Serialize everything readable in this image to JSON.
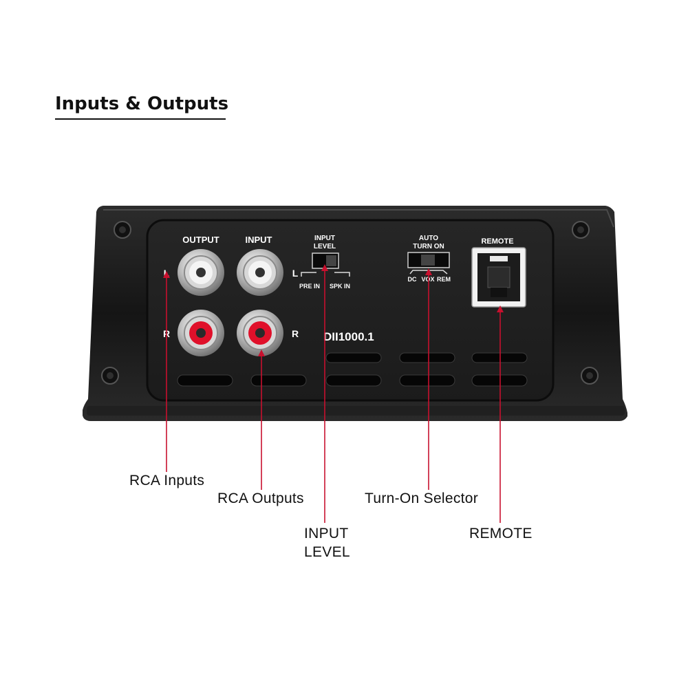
{
  "heading": "Inputs & Outputs",
  "panel": {
    "output_label": "OUTPUT",
    "input_label": "INPUT",
    "left_marker": "L",
    "right_marker": "R",
    "model": "DII1000.1",
    "input_level_label": "INPUT LEVEL",
    "input_level_options": [
      "PRE IN",
      "SPK IN"
    ],
    "auto_turn_on_label": "AUTO TURN ON",
    "turn_on_options": [
      "DC",
      "VOX",
      "REM"
    ],
    "remote_label": "REMOTE"
  },
  "callouts": {
    "rca_inputs": "RCA Inputs",
    "rca_outputs": "RCA Outputs",
    "input_level": "INPUT LEVEL",
    "turn_on_selector": "Turn-On Selector",
    "remote": "REMOTE"
  },
  "colors": {
    "callout_line": "#c8102e",
    "panel": "#1e1e1e",
    "rca_red": "#e0102a"
  }
}
